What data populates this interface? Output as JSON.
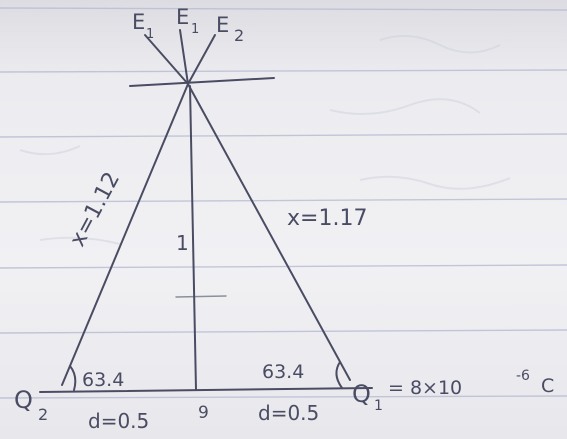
{
  "diagram": {
    "labels": {
      "e1": "E",
      "e1_sub": "1",
      "e": "E",
      "e_sub": "1",
      "e2": "E",
      "e2_sub": "2",
      "left_side": "x=1.12",
      "right_side": "x=1.17",
      "height_mark": "1",
      "left_angle": "63.4",
      "right_angle": "63.4",
      "q2": "Q",
      "q2_sub": "2",
      "q1": "Q",
      "q1_sub": "1",
      "q1_value": "= 8×10",
      "q1_exp": "-6",
      "q1_unit": "C",
      "d_left": "d=0.5",
      "d_right": "d=0.5",
      "nine": "9"
    },
    "colors": {
      "ink": "#4a4c63",
      "rule_line": "#b9bed3",
      "paper": "#eeeef2"
    }
  }
}
